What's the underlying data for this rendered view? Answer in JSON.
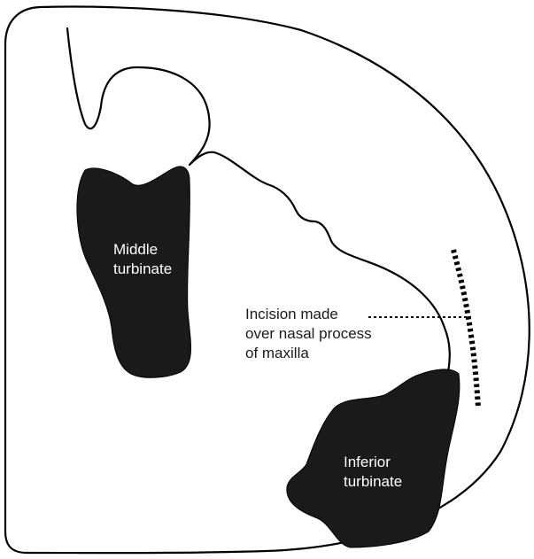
{
  "diagram": {
    "labels": {
      "middle_turbinate": [
        "Middle",
        "turbinate"
      ],
      "inferior_turbinate": [
        "Inferior",
        "turbinate"
      ],
      "incision": [
        "Incision made",
        "over nasal process",
        "of maxilla"
      ]
    },
    "colors": {
      "turbinate_fill": "#1a1a1a",
      "outline": "#000000",
      "background": "#ffffff",
      "light_text": "#ffffff",
      "dark_text": "#1a1a1a"
    }
  }
}
